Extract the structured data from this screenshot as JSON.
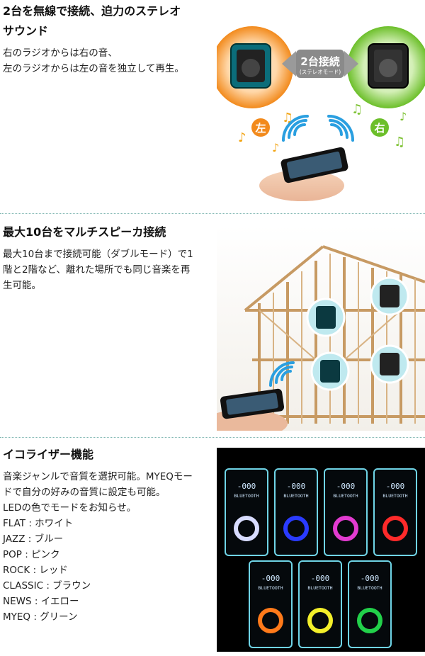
{
  "sections": [
    {
      "title": "2台を無線で接続、迫力のステレオ\nサウンド",
      "body": "右のラジオからは右の音、\n左のラジオからは左の音を独立して再生。",
      "badge_main": "2台接続",
      "badge_sub": "(ステレオモード)",
      "left_label": "左",
      "right_label": "右"
    },
    {
      "title": "最大10台をマルチスピーカ接続",
      "body": "最大10台まで接続可能（ダブルモード）で1\n階と2階など、離れた場所でも同じ音楽を再\n生可能。"
    },
    {
      "title": "イコライザー機能",
      "body": "音楽ジャンルで音質を選択可能。MYEQモー\nドで自分の好みの音質に設定も可能。\nLEDの色でモードをお知らせ。",
      "modes": [
        "FLAT : ホワイト",
        "JAZZ : ブルー",
        "POP : ピンク",
        "ROCK : レッド",
        "CLASSIC : ブラウン",
        "NEWS : イエロー",
        "MYEQ : グリーン"
      ],
      "display_text": "-000",
      "display_sub": "BLUETOOTH",
      "ring_colors": [
        "#d8dcff",
        "#2a3bff",
        "#e23bd0",
        "#ff2a2a",
        "#ff7a1a",
        "#f3ef2a",
        "#22d04a"
      ]
    }
  ]
}
